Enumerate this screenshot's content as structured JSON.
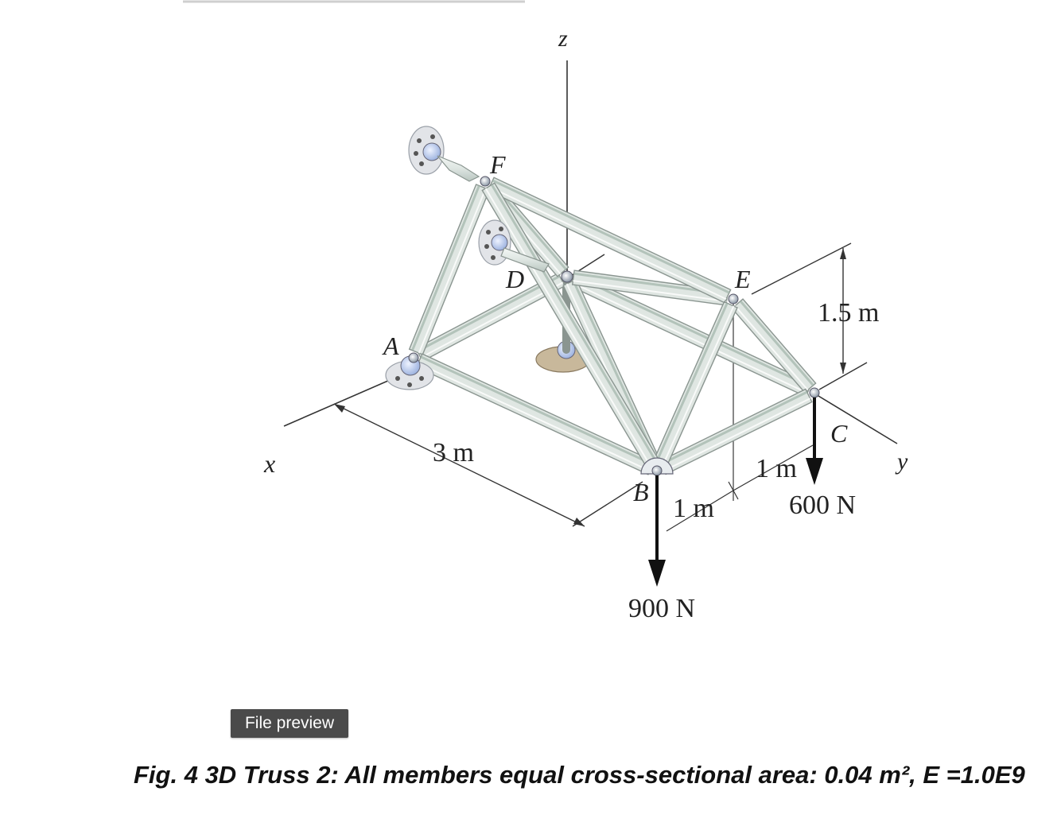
{
  "axes": {
    "x": "x",
    "y": "y",
    "z": "z"
  },
  "joints": {
    "A": "A",
    "B": "B",
    "C": "C",
    "D": "D",
    "E": "E",
    "F": "F"
  },
  "dimensions": {
    "span_x": "3 m",
    "height": "1.5 m",
    "offset_b": "1 m",
    "offset_c": "1 m"
  },
  "loads": {
    "at_b": "900 N",
    "at_c": "600 N"
  },
  "file_preview_button": "File preview",
  "caption": "Fig. 4 3D Truss 2: All members equal cross-sectional area: 0.04 m², E =1.0E9",
  "colors": {
    "member_fill": "#dfe6e2",
    "member_edge": "#8a9590",
    "member_shade": "#9fb3aa",
    "support": "#b9c8e8",
    "button_bg": "#4a4a4a"
  },
  "icons": {
    "support_left": "pin-support-icon",
    "support_mid": "pin-support-icon",
    "support_top": "ball-socket-support-icon"
  }
}
